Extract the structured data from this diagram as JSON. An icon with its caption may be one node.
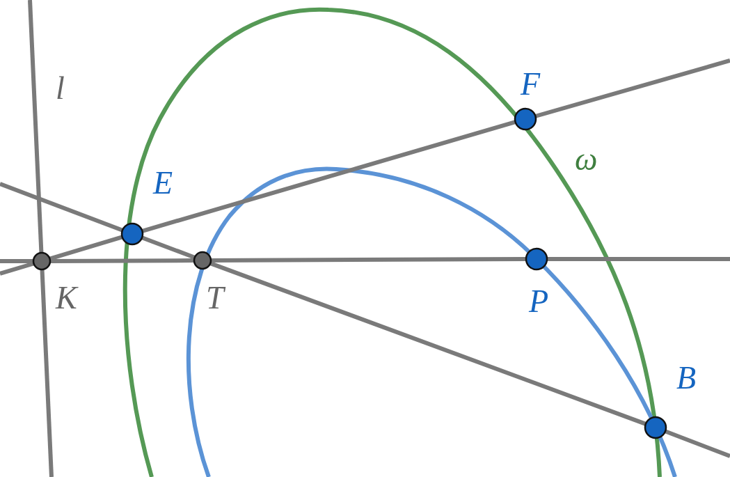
{
  "diagram": {
    "nodes": [
      {
        "text": [
          "F"
        ]
      },
      {
        "text": [
          "E"
        ]
      },
      {
        "text": [
          "K"
        ]
      },
      {
        "text": [
          "T"
        ]
      },
      {
        "text": [
          "P"
        ]
      },
      {
        "text": [
          "B"
        ]
      }
    ],
    "edges": [
      {
        "from": 2,
        "to": 1,
        "arrow": "none"
      },
      {
        "from": 1,
        "to": 0,
        "arrow": "none"
      },
      {
        "from": 1,
        "to": 3,
        "arrow": "none"
      },
      {
        "from": 3,
        "to": 5,
        "arrow": "none"
      },
      {
        "from": 2,
        "to": 3,
        "arrow": "none"
      },
      {
        "from": 3,
        "to": 4,
        "arrow": "none"
      }
    ],
    "labels": [
      "l",
      "ω"
    ]
  }
}
